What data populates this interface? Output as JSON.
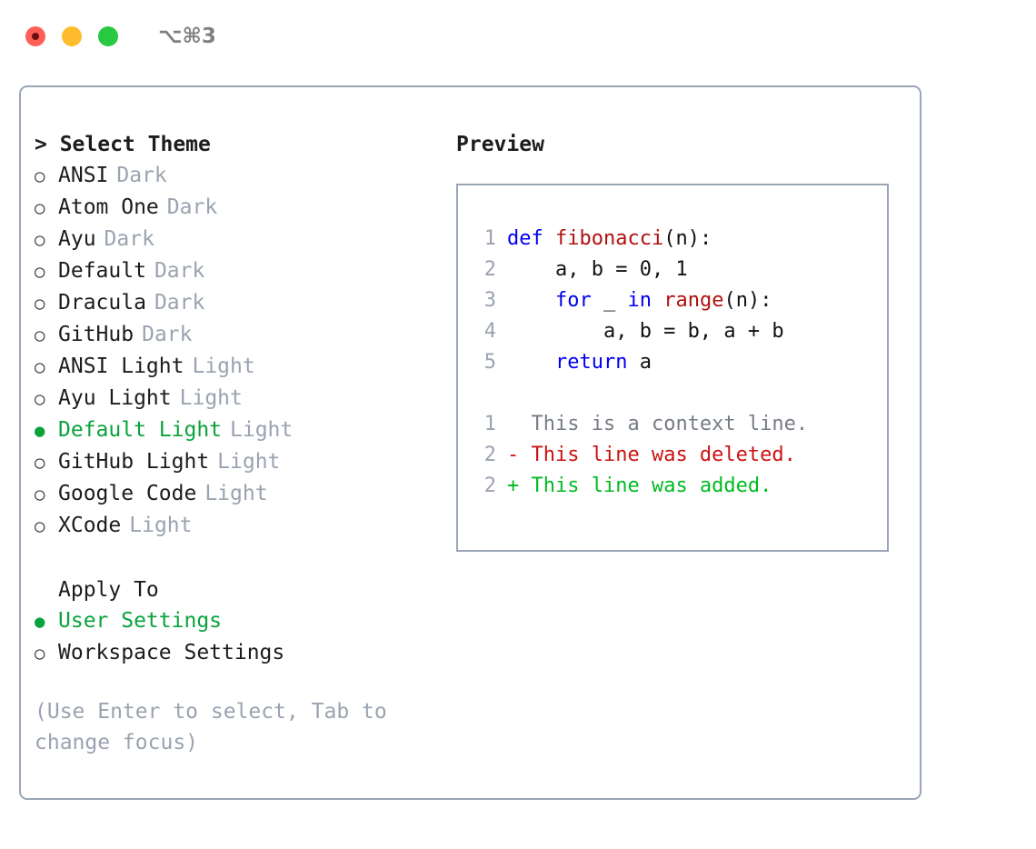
{
  "titlebar": {
    "shortcut": "⌥⌘3",
    "buttons": [
      {
        "name": "close",
        "color": "#ff5f57"
      },
      {
        "name": "minimize",
        "color": "#ffbd2e"
      },
      {
        "name": "maximize",
        "color": "#28c840"
      }
    ]
  },
  "theme_picker": {
    "heading": "> Select Theme",
    "bullet_selected": "●",
    "bullet_unselected": "○",
    "items": [
      {
        "label": "ANSI",
        "variant": "Dark",
        "selected": false
      },
      {
        "label": "Atom One",
        "variant": "Dark",
        "selected": false
      },
      {
        "label": "Ayu",
        "variant": "Dark",
        "selected": false
      },
      {
        "label": "Default",
        "variant": "Dark",
        "selected": false
      },
      {
        "label": "Dracula",
        "variant": "Dark",
        "selected": false
      },
      {
        "label": "GitHub",
        "variant": "Dark",
        "selected": false
      },
      {
        "label": "ANSI Light",
        "variant": "Light",
        "selected": false
      },
      {
        "label": "Ayu Light",
        "variant": "Light",
        "selected": false
      },
      {
        "label": "Default Light",
        "variant": "Light",
        "selected": true
      },
      {
        "label": "GitHub Light",
        "variant": "Light",
        "selected": false
      },
      {
        "label": "Google Code",
        "variant": "Light",
        "selected": false
      },
      {
        "label": "XCode",
        "variant": "Light",
        "selected": false
      }
    ]
  },
  "apply_to": {
    "heading": "Apply To",
    "items": [
      {
        "label": "User Settings",
        "selected": true
      },
      {
        "label": "Workspace Settings",
        "selected": false
      }
    ]
  },
  "hint": "(Use Enter to select, Tab to change focus)",
  "preview": {
    "title": "Preview",
    "code_lines": [
      {
        "no": "1",
        "tokens": [
          {
            "t": "def ",
            "c": "kw"
          },
          {
            "t": "fibonacci",
            "c": "fn"
          },
          {
            "t": "(n):",
            "c": "plain"
          }
        ]
      },
      {
        "no": "2",
        "tokens": [
          {
            "t": "    a, b = 0, 1",
            "c": "plain"
          }
        ]
      },
      {
        "no": "3",
        "tokens": [
          {
            "t": "    ",
            "c": "plain"
          },
          {
            "t": "for",
            "c": "kw"
          },
          {
            "t": " _ ",
            "c": "plain"
          },
          {
            "t": "in",
            "c": "kw"
          },
          {
            "t": " ",
            "c": "plain"
          },
          {
            "t": "range",
            "c": "fn"
          },
          {
            "t": "(n):",
            "c": "plain"
          }
        ]
      },
      {
        "no": "4",
        "tokens": [
          {
            "t": "        a, b = b, a + b",
            "c": "plain"
          }
        ]
      },
      {
        "no": "5",
        "tokens": [
          {
            "t": "    ",
            "c": "plain"
          },
          {
            "t": "return",
            "c": "kw"
          },
          {
            "t": " a",
            "c": "plain"
          }
        ]
      }
    ],
    "diff_lines": [
      {
        "no": "1",
        "marker": "  ",
        "text": "This is a context line.",
        "kind": "context"
      },
      {
        "no": "2",
        "marker": "- ",
        "text": "This line was deleted.",
        "kind": "deleted"
      },
      {
        "no": "2",
        "marker": "+ ",
        "text": "This line was added.",
        "kind": "added"
      }
    ]
  },
  "colors": {
    "selected_green": "#0aa23c",
    "muted": "#9aa3b0",
    "border": "#9aa5b5",
    "keyword_blue": "#0000ee",
    "function_red": "#b01010",
    "diff_deleted": "#cc1212",
    "diff_added": "#00bb22"
  }
}
